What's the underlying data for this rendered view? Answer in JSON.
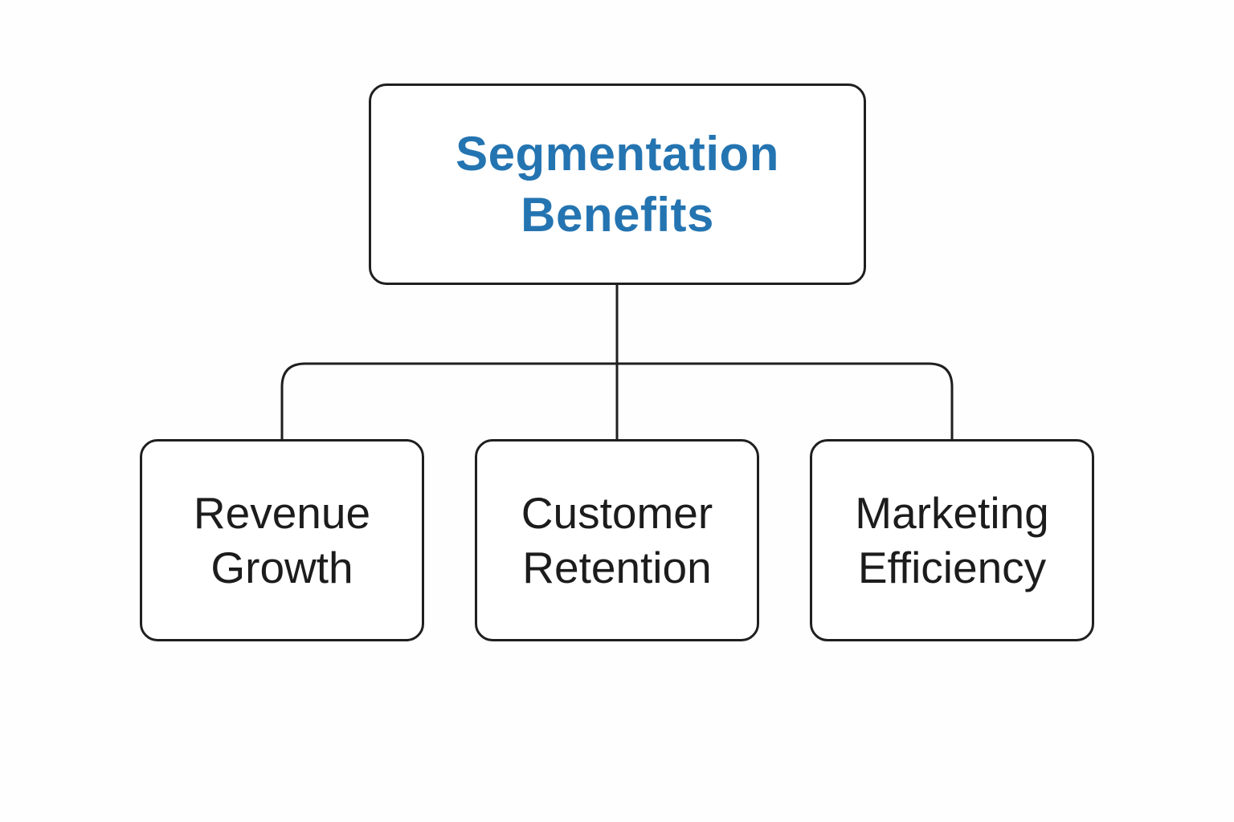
{
  "diagram": {
    "root": {
      "lines": [
        "Segmentation",
        "Benefits"
      ]
    },
    "children": [
      {
        "lines": [
          "Revenue",
          "Growth"
        ]
      },
      {
        "lines": [
          "Customer",
          "Retention"
        ]
      },
      {
        "lines": [
          "Marketing",
          "Efficiency"
        ]
      }
    ]
  },
  "colors": {
    "root_text": "#2474b1",
    "child_text": "#1c1c1c",
    "border": "#1f1f1f"
  }
}
